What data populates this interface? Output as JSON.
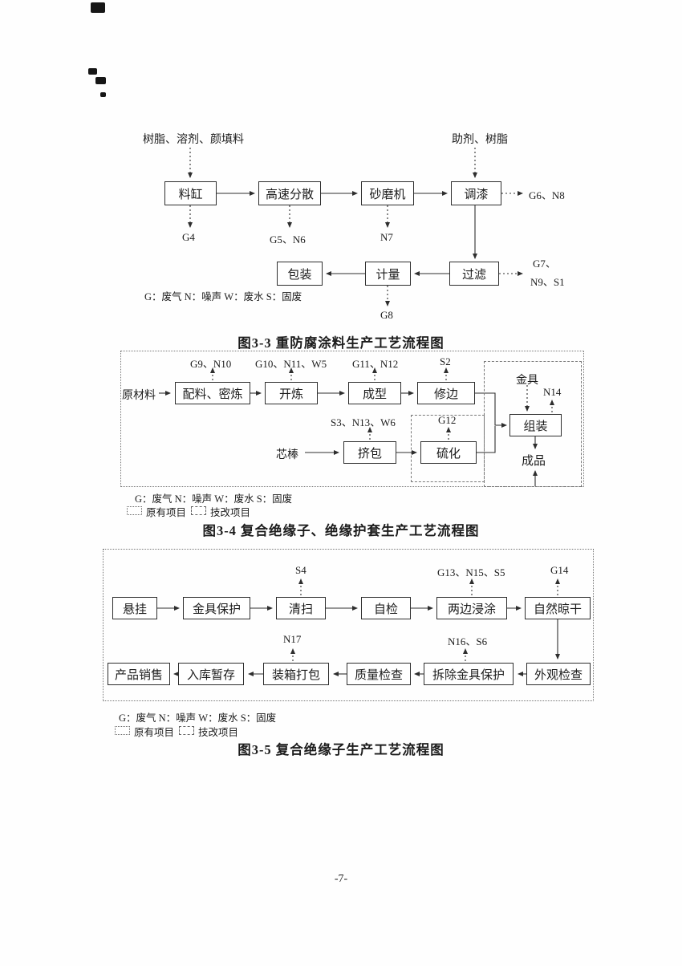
{
  "page": {
    "number": "-7-"
  },
  "fig33": {
    "title": "图3-3  重防腐涂料生产工艺流程图",
    "inputs": {
      "left": "树脂、溶剂、颜填料",
      "right": "助剂、树脂"
    },
    "nodes": {
      "tank": "料缸",
      "dispersion": "高速分散",
      "sand_mill": "砂磨机",
      "paint_mixing": "调漆",
      "filtering": "过滤",
      "metering": "计量",
      "packing": "包装"
    },
    "emissions": {
      "g4": "G4",
      "g5n6": "G5、N6",
      "n7": "N7",
      "g6n8": "G6、N8",
      "g7": "G7、",
      "n9s1": "N9、S1",
      "g8": "G8"
    },
    "legend": "G：废气 N：噪声 W：废水 S：固废"
  },
  "fig34": {
    "title": "图3-4  复合绝缘子、绝缘护套生产工艺流程图",
    "inputs": {
      "raw_material": "原材料",
      "fitting": "金具",
      "core_rod": "芯棒"
    },
    "nodes": {
      "batching": "配料、密炼",
      "open_milling": "开炼",
      "molding": "成型",
      "trimming": "修边",
      "assembly": "组装",
      "extrusion": "挤包",
      "vulcanization": "硫化"
    },
    "product": "成品",
    "emissions": {
      "g9n10": "G9、N10",
      "g10n11w5": "G10、N11、W5",
      "g11n12": "G11、N12",
      "s2": "S2",
      "n14": "N14",
      "s3n13w6": "S3、N13、W6",
      "g12": "G12"
    },
    "legend": "G：废气 N：噪声 W：废水 S：固废",
    "legend_existing": "原有项目",
    "legend_renovation": "技改项目"
  },
  "fig35": {
    "title": "图3-5  复合绝缘子生产工艺流程图",
    "nodes": {
      "hanging": "悬挂",
      "fitting_protect": "金具保护",
      "cleaning": "清扫",
      "self_check": "自检",
      "dip_coating": "两边浸涂",
      "air_drying": "自然晾干",
      "appearance_check": "外观检查",
      "remove_protect": "拆除金具保护",
      "quality_check": "质量检查",
      "boxing": "装箱打包",
      "storage": "入库暂存",
      "sales": "产品销售"
    },
    "emissions": {
      "s4": "S4",
      "g13n15s5": "G13、N15、S5",
      "g14": "G14",
      "n17": "N17",
      "n16s6": "N16、S6"
    },
    "legend": "G：废气 N：噪声 W：废水 S：固废",
    "legend_existing": "原有项目",
    "legend_renovation": "技改项目"
  }
}
